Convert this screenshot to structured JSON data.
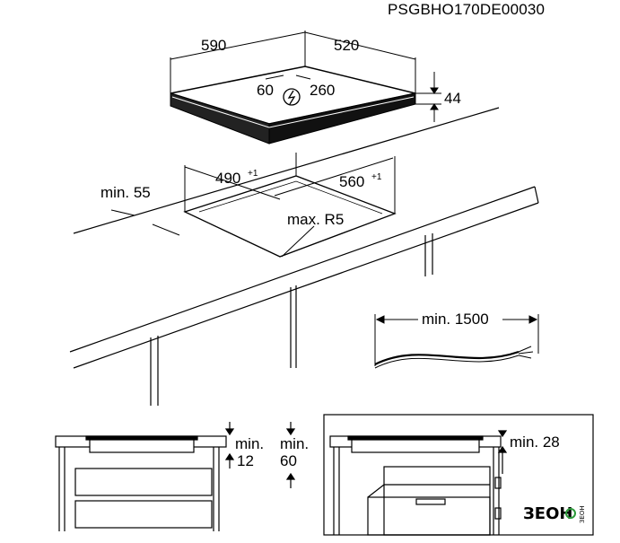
{
  "header": {
    "model_code": "PSGBHO170DE00030"
  },
  "hob": {
    "width": "590",
    "depth": "520",
    "height": "44",
    "conn_left": "60",
    "conn_right": "260"
  },
  "cutout": {
    "width": "490",
    "width_tol": "+1",
    "depth": "560",
    "depth_tol": "+1",
    "radius": "max. R5",
    "edge": "min. 55"
  },
  "cable": {
    "length": "min. 1500"
  },
  "clearance_left": {
    "label_a": "min.",
    "value_a": "12",
    "label_b": "min.",
    "value_b": "60"
  },
  "clearance_right": {
    "label": "min. 28"
  },
  "brand": {
    "logo": "ЗЕОН",
    "sub": "ЗЕОН"
  }
}
